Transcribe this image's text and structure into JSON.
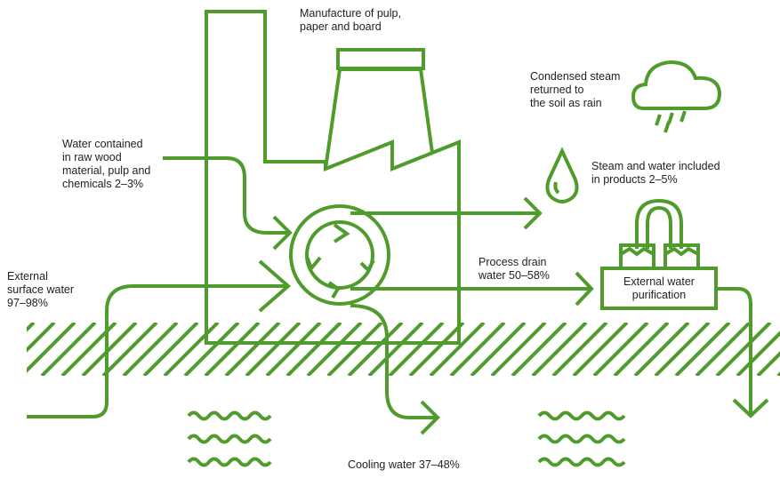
{
  "colors": {
    "stroke": "#4f9b2c",
    "text": "#222222",
    "background": "#ffffff"
  },
  "labels": {
    "manufacture": "Manufacture of pulp,\npaper and board",
    "condensed_steam": "Condensed steam\nreturned to\nthe soil as rain",
    "water_in_wood": "Water contained\nin raw wood\nmaterial, pulp and\nchemicals 2–3%",
    "steam_in_products": "Steam and water included\nin products 2–5%",
    "external_surface_water": "External\nsurface water\n97–98%",
    "process_drain": "Process drain\nwater 50–58%",
    "external_purification": "External water\npurification",
    "cooling_water": "Cooling water 37–48%"
  },
  "icons": {
    "factory": "factory-icon",
    "cycle": "process-cycle-icon",
    "cloud": "rain-cloud-icon",
    "drop": "water-drop-icon",
    "purification": "purification-plant-icon",
    "ground": "ground-hatch",
    "waves": "water-waves-icon"
  }
}
